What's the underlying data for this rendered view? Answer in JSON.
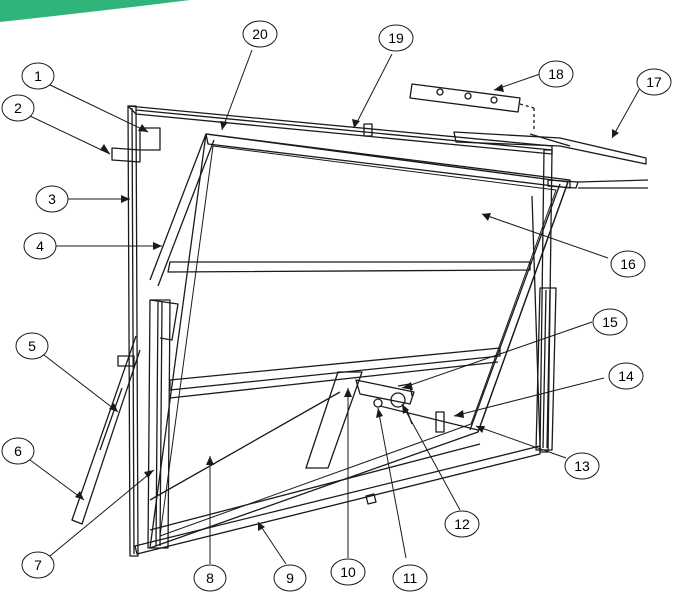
{
  "accent_color": "#2fb57a",
  "line_color": "#1a1a1a",
  "callouts": [
    "1",
    "2",
    "3",
    "4",
    "5",
    "6",
    "7",
    "8",
    "9",
    "10",
    "11",
    "12",
    "13",
    "14",
    "15",
    "16",
    "17",
    "18",
    "19",
    "20"
  ]
}
